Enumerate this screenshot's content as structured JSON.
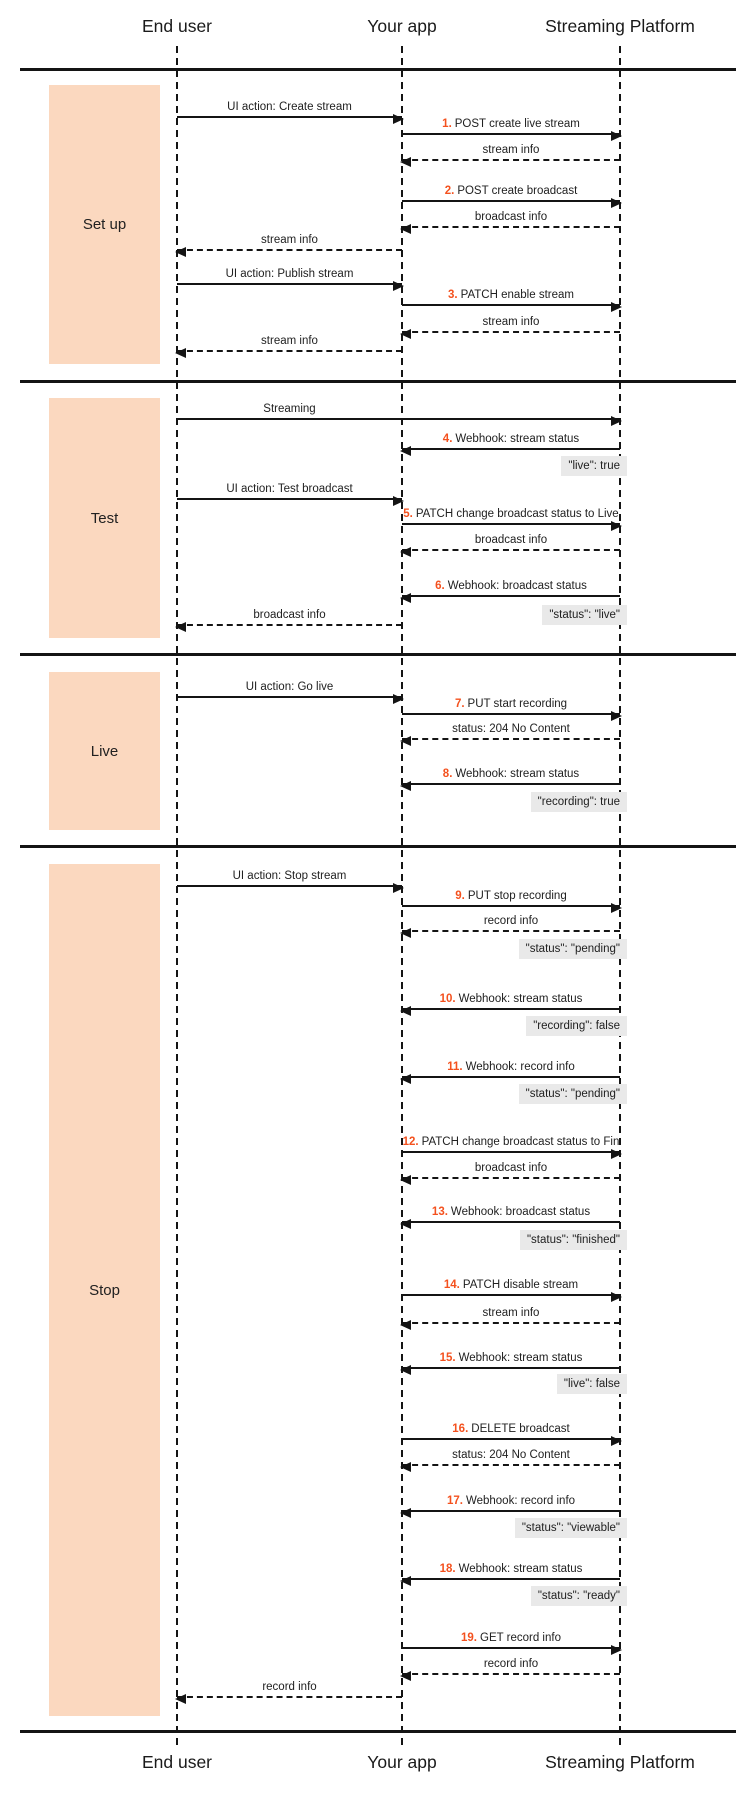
{
  "colors": {
    "accent_orange": "#f4511e",
    "phase_fill": "#fbd8bf",
    "badge_bg": "#e9e9e9",
    "line": "#141414"
  },
  "actors": {
    "end_user": "End user",
    "your_app": "Your app",
    "platform": "Streaming Platform"
  },
  "phases": {
    "setup": "Set up",
    "test": "Test",
    "live": "Live",
    "stop": "Stop"
  },
  "sections": {
    "setup": {
      "messages": [
        {
          "text": "UI action: Create stream"
        },
        {
          "num": "1.",
          "text": "POST create live stream"
        },
        {
          "text": "stream info"
        },
        {
          "num": "2.",
          "text": "POST create broadcast"
        },
        {
          "text": "broadcast info"
        },
        {
          "text": "stream info"
        },
        {
          "text": "UI action: Publish stream"
        },
        {
          "num": "3.",
          "text": "PATCH enable stream"
        },
        {
          "text": "stream info"
        },
        {
          "text": "stream info"
        }
      ]
    },
    "test": {
      "messages": [
        {
          "text": "Streaming"
        },
        {
          "num": "4.",
          "text": "Webhook: stream status",
          "badge": "\"live\": true"
        },
        {
          "text": "UI action: Test broadcast"
        },
        {
          "num": "5.",
          "text": "PATCH change broadcast status to Live"
        },
        {
          "text": "broadcast info"
        },
        {
          "num": "6.",
          "text": "Webhook: broadcast status",
          "badge": "\"status\": \"live\""
        },
        {
          "text": "broadcast info"
        }
      ]
    },
    "live": {
      "messages": [
        {
          "text": "UI action: Go live"
        },
        {
          "num": "7.",
          "text": "PUT start recording"
        },
        {
          "text": "status: 204 No Content"
        },
        {
          "num": "8.",
          "text": "Webhook: stream status",
          "badge": "\"recording\": true"
        }
      ]
    },
    "stop": {
      "messages": [
        {
          "text": "UI action: Stop stream"
        },
        {
          "num": "9.",
          "text": "PUT stop recording"
        },
        {
          "text": "record info",
          "badge": "\"status\": \"pending\""
        },
        {
          "num": "10.",
          "text": "Webhook: stream status",
          "badge": "\"recording\": false"
        },
        {
          "num": "11.",
          "text": "Webhook: record info",
          "badge": "\"status\": \"pending\""
        },
        {
          "num": "12.",
          "text": "PATCH change broadcast status to Fin"
        },
        {
          "text": "broadcast info"
        },
        {
          "num": "13.",
          "text": "Webhook: broadcast status",
          "badge": "\"status\": \"finished\""
        },
        {
          "num": "14.",
          "text": "PATCH disable stream"
        },
        {
          "text": "stream info"
        },
        {
          "num": "15.",
          "text": "Webhook: stream status",
          "badge": "\"live\": false"
        },
        {
          "num": "16.",
          "text": "DELETE broadcast"
        },
        {
          "text": "status: 204 No Content"
        },
        {
          "num": "17.",
          "text": "Webhook: record info",
          "badge": "\"status\": \"viewable\""
        },
        {
          "num": "18.",
          "text": "Webhook: stream status",
          "badge": "\"status\": \"ready\""
        },
        {
          "num": "19.",
          "text": "GET record info"
        },
        {
          "text": "record info"
        },
        {
          "text": "record info"
        }
      ]
    }
  }
}
